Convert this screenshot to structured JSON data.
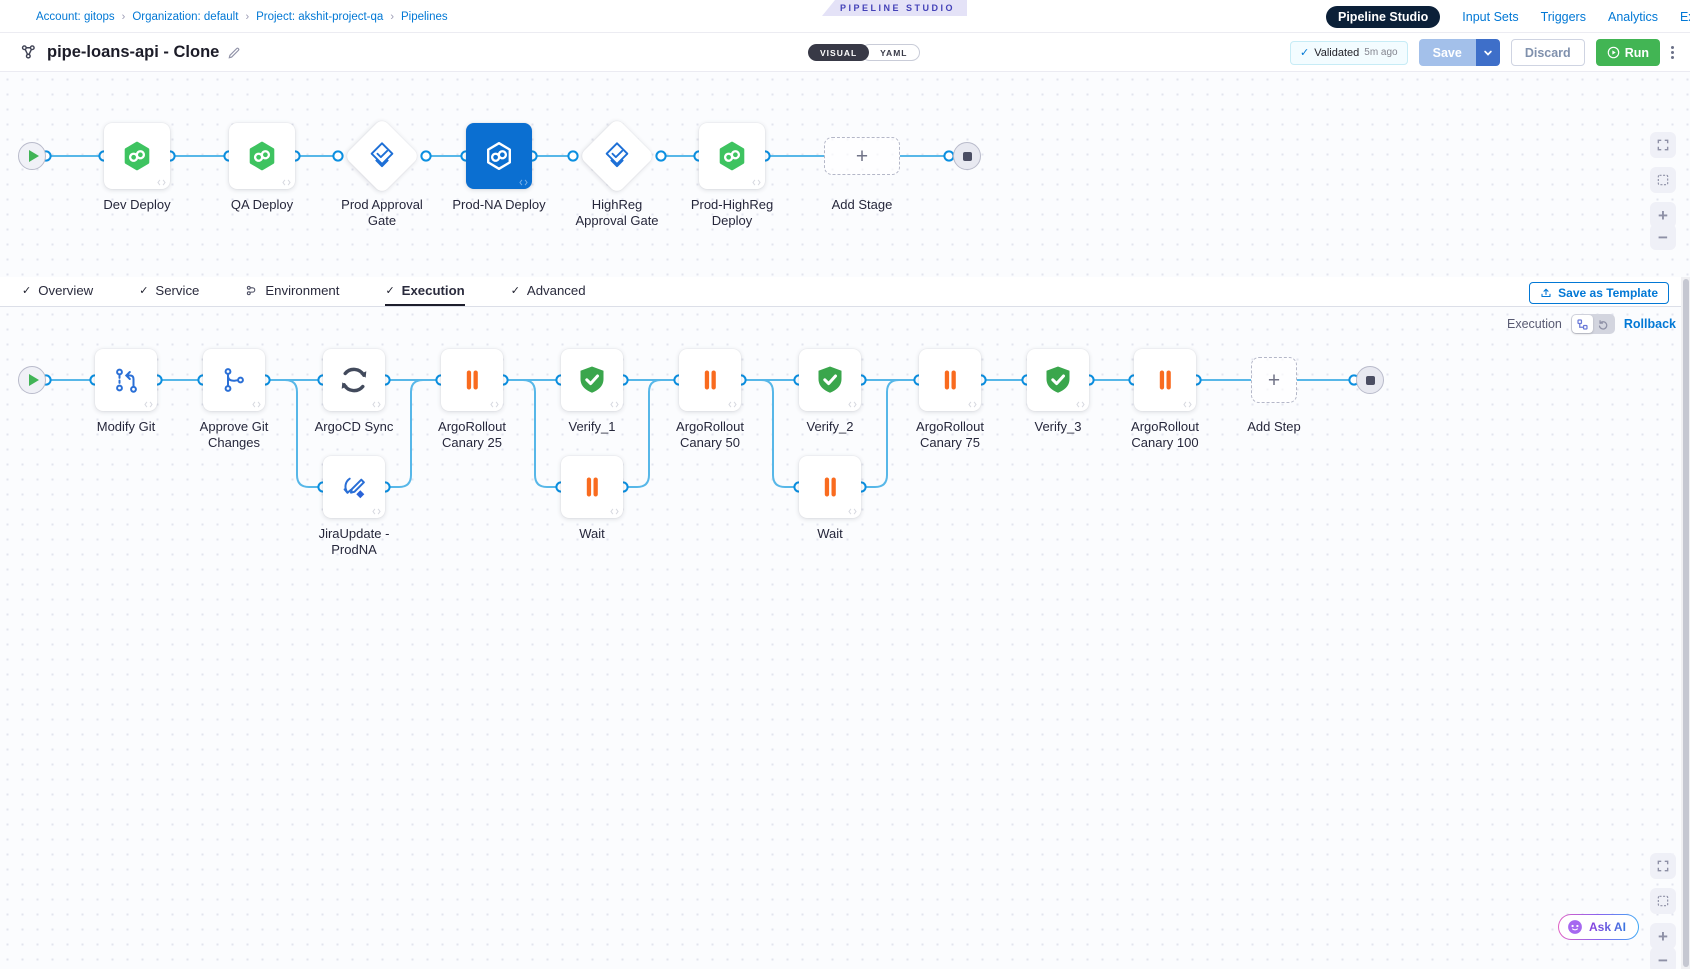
{
  "colors": {
    "accent_blue": "#0278d5",
    "selected_node_blue": "#0b6fd1",
    "success_green": "#42b554",
    "canary_orange": "#f96b1f",
    "connector_blue": "#57b7e8",
    "nav_pill_navy": "#0b2038"
  },
  "breadcrumb": {
    "separator": "›",
    "items": [
      "Account: gitops",
      "Organization: default",
      "Project: akshit-project-qa",
      "Pipelines"
    ]
  },
  "studio_badge": "PIPELINE STUDIO",
  "top_nav": {
    "items": [
      {
        "label": "Pipeline Studio",
        "active": true
      },
      {
        "label": "Input Sets"
      },
      {
        "label": "Triggers"
      },
      {
        "label": "Analytics"
      },
      {
        "label": "Execution History"
      }
    ]
  },
  "header": {
    "title": "pipe-loans-api - Clone",
    "mode_visual": "VISUAL",
    "mode_yaml": "YAML",
    "validated_label": "Validated",
    "validated_time": "5m ago",
    "save_label": "Save",
    "discard_label": "Discard",
    "run_label": "Run"
  },
  "stage_canvas": {
    "stages": [
      {
        "label": "Dev Deploy",
        "type": "gitops"
      },
      {
        "label": "QA Deploy",
        "type": "gitops"
      },
      {
        "label": "Prod Approval Gate",
        "type": "approval"
      },
      {
        "label": "Prod-NA Deploy",
        "type": "gitops",
        "selected": true
      },
      {
        "label": "HighReg Approval Gate",
        "type": "approval"
      },
      {
        "label": "Prod-HighReg Deploy",
        "type": "gitops"
      }
    ],
    "add_stage_label": "Add Stage"
  },
  "tabs": {
    "items": [
      {
        "label": "Overview",
        "icon": "check"
      },
      {
        "label": "Service",
        "icon": "check"
      },
      {
        "label": "Environment",
        "icon": "environment"
      },
      {
        "label": "Execution",
        "icon": "check",
        "active": true
      },
      {
        "label": "Advanced",
        "icon": "check"
      }
    ],
    "save_as_template_label": "Save as Template"
  },
  "execution_toolbar": {
    "mode_label": "Execution",
    "rollback_label": "Rollback"
  },
  "execution_canvas": {
    "steps": [
      {
        "label": "Modify Git",
        "type": "git-modify"
      },
      {
        "label": "Approve Git Changes",
        "type": "git-approve"
      },
      {
        "label": "ArgoCD Sync",
        "type": "sync"
      },
      {
        "label": "ArgoRollout Canary 25",
        "type": "pause"
      },
      {
        "label": "Verify_1",
        "type": "verify"
      },
      {
        "label": "ArgoRollout Canary 50",
        "type": "pause"
      },
      {
        "label": "Verify_2",
        "type": "verify"
      },
      {
        "label": "ArgoRollout Canary 75",
        "type": "pause"
      },
      {
        "label": "Verify_3",
        "type": "verify"
      },
      {
        "label": "ArgoRollout Canary 100",
        "type": "pause"
      }
    ],
    "parallel_steps": [
      {
        "label": "JiraUpdate - ProdNA",
        "type": "jira-update"
      },
      {
        "label": "Wait",
        "type": "pause"
      },
      {
        "label": "Wait",
        "type": "pause"
      }
    ],
    "add_step_label": "Add Step"
  },
  "ask_ai_label": "Ask AI",
  "icons": {
    "gitops_stage": "green hexagon with chain links",
    "approval_stage": "blue diamond with checkmark",
    "sync_step": "dark circular arrows",
    "pause_step": "orange pause bars",
    "verify_step": "green shield with check",
    "start_node": "play triangle",
    "end_node": "stop square"
  }
}
